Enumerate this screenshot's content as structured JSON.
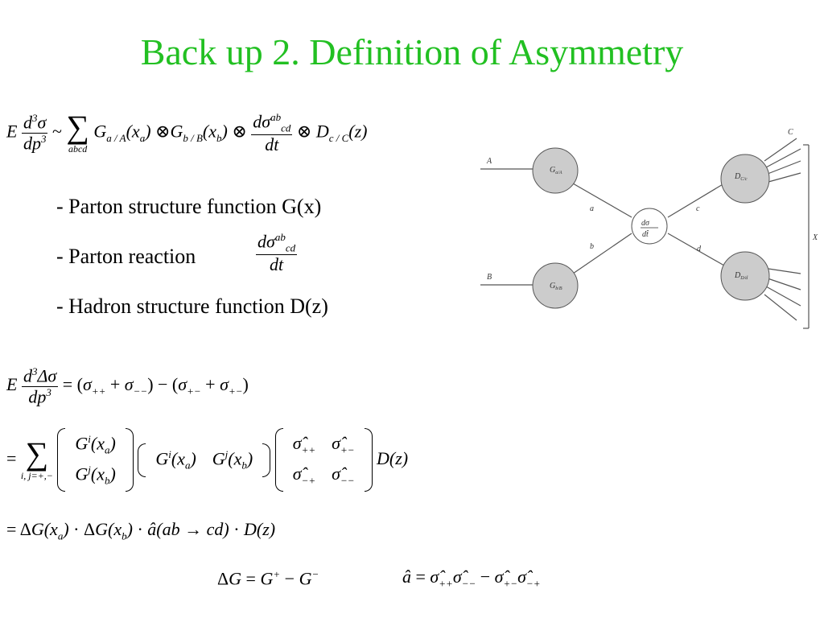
{
  "title": "Back up 2. Definition of Asymmetry",
  "bullets": [
    "- Parton structure function G(x)",
    "- Parton reaction",
    "- Hadron structure function D(z)"
  ],
  "diagram": {
    "beam_a": "A",
    "beam_b": "B",
    "line_a": "a",
    "line_b": "b",
    "line_c": "c",
    "line_d": "d",
    "out_c": "C",
    "out_x": "X",
    "blob_ga": "G",
    "blob_ga_sub": "a/A",
    "blob_gb": "G",
    "blob_gb_sub": "b/B",
    "blob_dc": "D",
    "blob_dc_sub": "C/c",
    "blob_dd": "D",
    "blob_dd_sub": "D/d",
    "center_num": "dσ",
    "center_den": "dt̂"
  },
  "colors": {
    "title": "#22c022",
    "blob_fill": "#cccccc",
    "blob_stroke": "#555555"
  }
}
